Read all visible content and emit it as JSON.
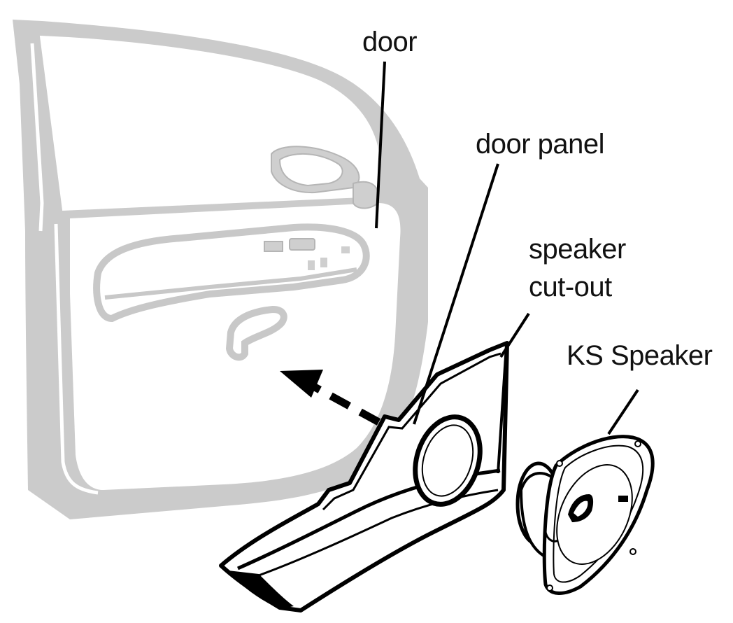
{
  "labels": {
    "door": "door",
    "door_panel": "door panel",
    "speaker_cutout_line1": "speaker",
    "speaker_cutout_line2": "cut-out",
    "ks_speaker": "KS Speaker"
  },
  "colors": {
    "door_outline": "#c8c8c8",
    "door_fill": "#ffffff",
    "ink": "#000000",
    "background": "#ffffff"
  },
  "icons": {
    "arrow": "dashed-arrow-icon"
  }
}
